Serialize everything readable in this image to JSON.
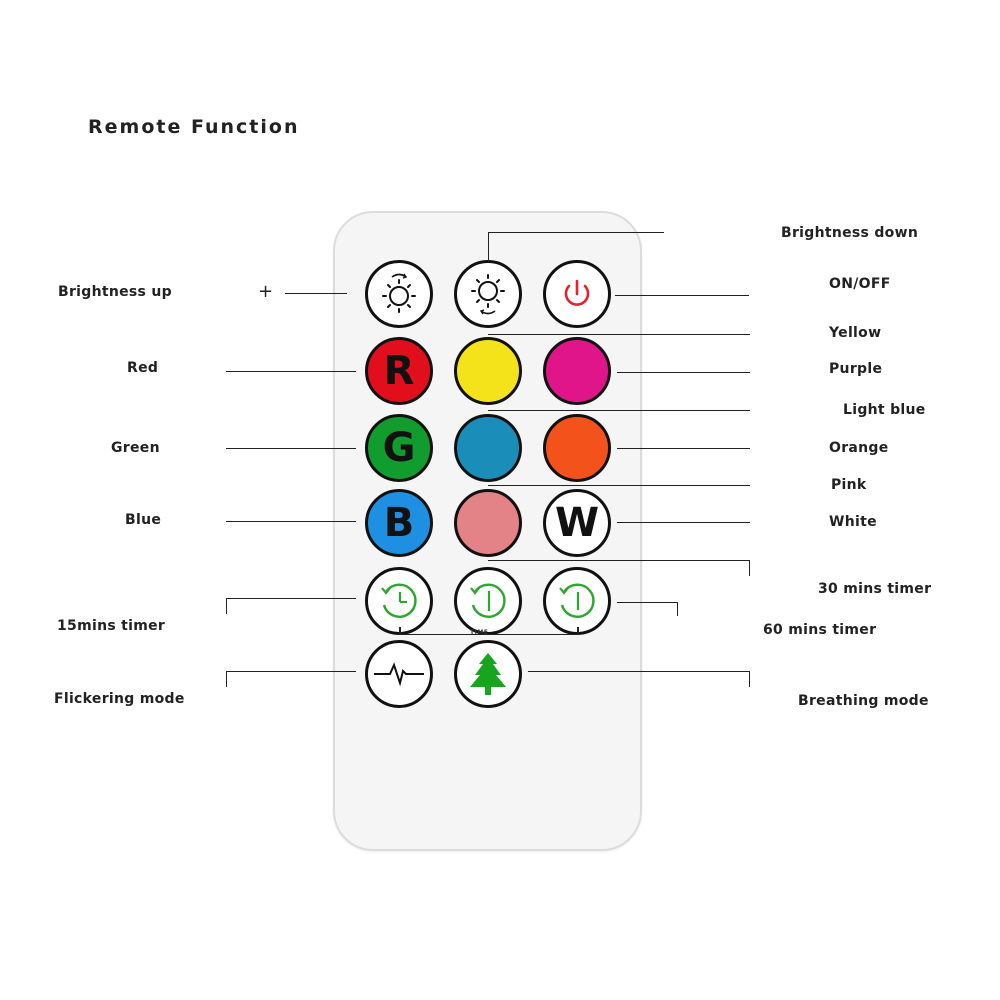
{
  "title": "Remote Function",
  "plus_sign": "+",
  "time_text": "TIME",
  "labels": {
    "brightness_up": "Brightness up",
    "brightness_down": "Brightness down",
    "on_off": "ON/OFF",
    "red": "Red",
    "yellow": "Yellow",
    "purple": "Purple",
    "green": "Green",
    "light_blue": "Light blue",
    "orange": "Orange",
    "blue": "Blue",
    "pink": "Pink",
    "white": "White",
    "timer_15": "15mins timer",
    "timer_30": "30 mins timer",
    "timer_60": "60 mins timer",
    "flickering": "Flickering mode",
    "breathing": "Breathing mode"
  },
  "buttons": {
    "red_letter": "R",
    "green_letter": "G",
    "blue_letter": "B",
    "white_letter": "W"
  },
  "colors": {
    "red": "#e10f1b",
    "yellow": "#f4e21a",
    "purple": "#e0158a",
    "green": "#119c2e",
    "light_blue": "#1a8db8",
    "orange": "#f3531a",
    "blue": "#1e8fe1",
    "pink": "#e38388",
    "power_red": "#e8202a",
    "timer_green": "#2fa72f",
    "tree_green": "#15a51e"
  },
  "icons": {
    "brightness_up": "sun-arrow-up-icon",
    "brightness_down": "sun-arrow-down-icon",
    "power": "power-icon",
    "timer": "clock-timer-icon",
    "flicker": "pulse-wave-icon",
    "breathing": "tree-icon"
  }
}
